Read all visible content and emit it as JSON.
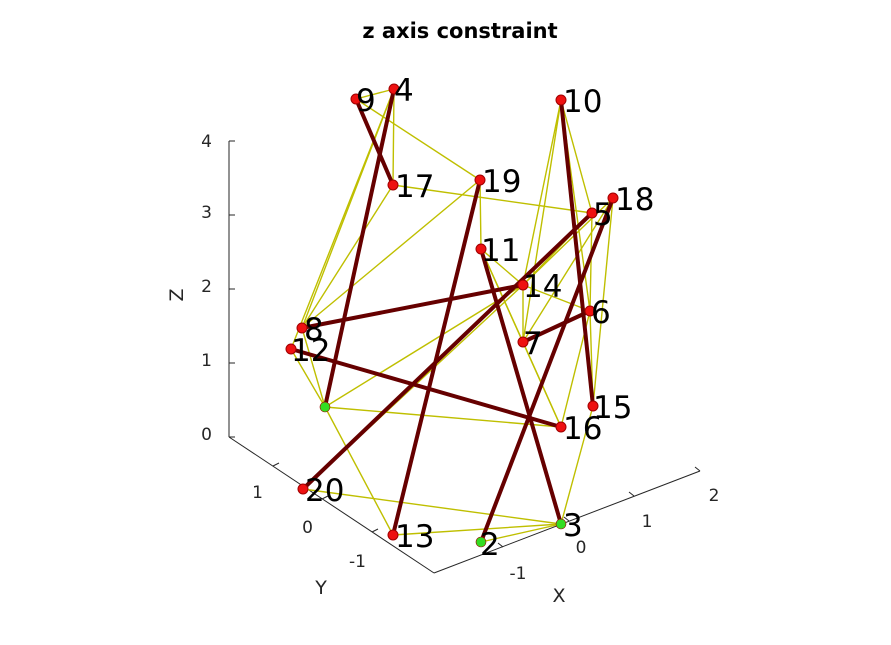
{
  "chart_data": {
    "type": "graph3d",
    "title": "z axis constraint",
    "xlabel": "X",
    "ylabel": "Y",
    "zlabel": "Z",
    "x_ticks": [
      "-1",
      "0",
      "1",
      "2"
    ],
    "y_ticks": [
      "-1",
      "0",
      "1"
    ],
    "z_ticks": [
      "0",
      "1",
      "2",
      "3",
      "4"
    ],
    "colors": {
      "edge_thin": "#bfbf00",
      "edge_thick": "#660000",
      "node_fixed": "#33dd22",
      "node_free": "#ee1111",
      "axis": "#262626"
    },
    "nodes": [
      {
        "id": "1",
        "label": "",
        "fixed": true
      },
      {
        "id": "2",
        "label": "2",
        "fixed": true
      },
      {
        "id": "3",
        "label": "3",
        "fixed": true
      },
      {
        "id": "4",
        "label": "4",
        "fixed": false
      },
      {
        "id": "5",
        "label": "5",
        "fixed": false
      },
      {
        "id": "6",
        "label": "6",
        "fixed": false
      },
      {
        "id": "7",
        "label": "7",
        "fixed": false
      },
      {
        "id": "8",
        "label": "8",
        "fixed": false
      },
      {
        "id": "9",
        "label": "9",
        "fixed": false
      },
      {
        "id": "10",
        "label": "10",
        "fixed": false
      },
      {
        "id": "11",
        "label": "11",
        "fixed": false
      },
      {
        "id": "12",
        "label": "12",
        "fixed": false
      },
      {
        "id": "13",
        "label": "13",
        "fixed": false
      },
      {
        "id": "14",
        "label": "14",
        "fixed": false
      },
      {
        "id": "15",
        "label": "15",
        "fixed": false
      },
      {
        "id": "16",
        "label": "16",
        "fixed": false
      },
      {
        "id": "17",
        "label": "17",
        "fixed": false
      },
      {
        "id": "18",
        "label": "18",
        "fixed": false
      },
      {
        "id": "19",
        "label": "19",
        "fixed": false
      },
      {
        "id": "20",
        "label": "20",
        "fixed": false
      }
    ],
    "edges_thin": [
      [
        "9",
        "4"
      ],
      [
        "9",
        "17"
      ],
      [
        "4",
        "17"
      ],
      [
        "9",
        "19"
      ],
      [
        "4",
        "8"
      ],
      [
        "17",
        "8"
      ],
      [
        "17",
        "5"
      ],
      [
        "19",
        "11"
      ],
      [
        "19",
        "8"
      ],
      [
        "8",
        "14"
      ],
      [
        "8",
        "1"
      ],
      [
        "12",
        "1"
      ],
      [
        "12",
        "4"
      ],
      [
        "1",
        "13"
      ],
      [
        "1",
        "14"
      ],
      [
        "1",
        "16"
      ],
      [
        "11",
        "14"
      ],
      [
        "11",
        "7"
      ],
      [
        "11",
        "16"
      ],
      [
        "10",
        "14"
      ],
      [
        "10",
        "6"
      ],
      [
        "10",
        "7"
      ],
      [
        "10",
        "5"
      ],
      [
        "18",
        "14"
      ],
      [
        "18",
        "7"
      ],
      [
        "18",
        "15"
      ],
      [
        "5",
        "6"
      ],
      [
        "5",
        "14"
      ],
      [
        "14",
        "6"
      ],
      [
        "14",
        "7"
      ],
      [
        "7",
        "16"
      ],
      [
        "6",
        "16"
      ],
      [
        "6",
        "15"
      ],
      [
        "20",
        "14"
      ],
      [
        "20",
        "3"
      ],
      [
        "13",
        "3"
      ],
      [
        "3",
        "2"
      ],
      [
        "3",
        "15"
      ]
    ],
    "edges_thick": [
      [
        "9",
        "17"
      ],
      [
        "4",
        "1"
      ],
      [
        "10",
        "15"
      ],
      [
        "19",
        "13"
      ],
      [
        "11",
        "3"
      ],
      [
        "5",
        "20"
      ],
      [
        "18",
        "2"
      ],
      [
        "8",
        "14"
      ],
      [
        "12",
        "16"
      ],
      [
        "7",
        "6"
      ]
    ]
  }
}
